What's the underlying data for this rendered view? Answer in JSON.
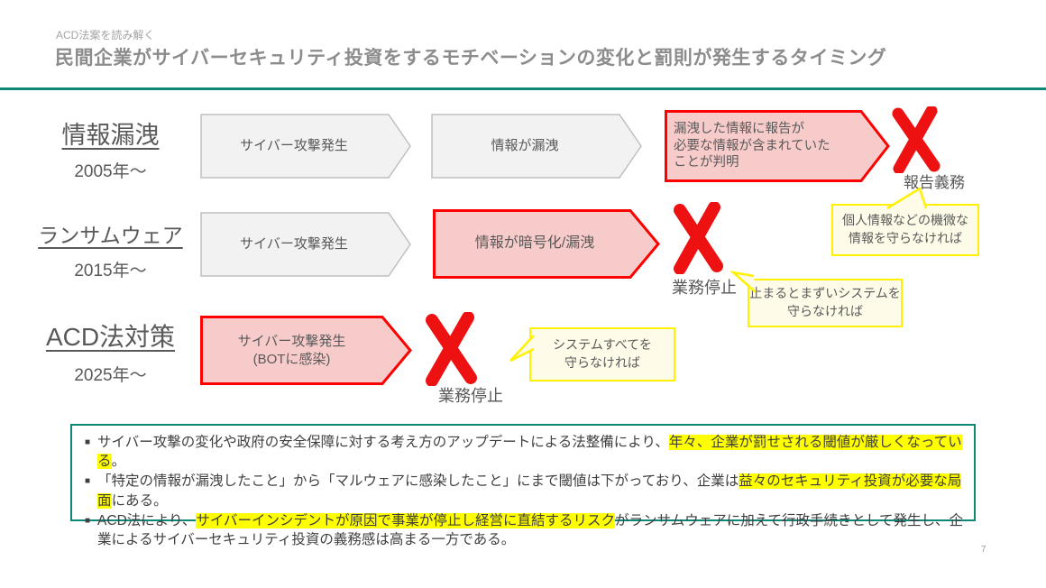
{
  "colors": {
    "accent_teal": "#0f8776",
    "alert_red": "#ff0000",
    "alert_pink_fill": "#f8cbcb",
    "neutral_fill": "#f2f2f2",
    "neutral_border": "#bfbfbf",
    "highlight_yellow": "#ffff00",
    "callout_fill": "#fefbe8",
    "callout_border": "#fff100",
    "text_gray": "#595959"
  },
  "header": {
    "eyebrow": "ACD法案を読み解く",
    "title": "民間企業がサイバーセキュリティ投資をするモチベーションの変化と罰則が発生するタイミング"
  },
  "rows": [
    {
      "label": "情報漏洩",
      "period": "2005年〜"
    },
    {
      "label": "ランサムウェア",
      "period": "2015年〜"
    },
    {
      "label": "ACD法対策",
      "period": "2025年〜"
    }
  ],
  "diagram": {
    "row1": {
      "step1": "サイバー攻撃発生",
      "step2": "情報が漏洩",
      "alert_line1": "漏洩した情報に報告が",
      "alert_line2": "必要な情報が含まれていた",
      "alert_line3": "ことが判明",
      "penalty": "報告義務"
    },
    "row2": {
      "step1": "サイバー攻撃発生",
      "alert": "情報が暗号化/漏洩",
      "penalty": "業務停止"
    },
    "row3": {
      "alert_line1": "サイバー攻撃発生",
      "alert_line2": "(BOTに感染)",
      "penalty": "業務停止"
    }
  },
  "callouts": {
    "sensitive": {
      "line1": "個人情報などの機微な",
      "line2": "情報を守らなければ"
    },
    "critical": {
      "line1": "止まるとまずいシステムを",
      "line2": "守らなければ"
    },
    "all_systems": {
      "line1": "システムすべてを",
      "line2": "守らなければ"
    }
  },
  "summary": {
    "marker": "■",
    "bullets": [
      {
        "pre": "サイバー攻撃の変化や政府の安全保障に対する考え方のアップデートによる法整備により、",
        "highlight": "年々、企業が罰せされる閾値が厳しくなっている",
        "post": "。"
      },
      {
        "pre": "「特定の情報が漏洩したこと」から「マルウェアに感染したこと」にまで閾値は下がっており、企業は",
        "highlight": "益々のセキュリティ投資が必要な局面",
        "post": "にある。"
      },
      {
        "pre": "ACD法により、",
        "highlight": "サイバーインシデントが原因で事業が停止し経営に直結するリスク",
        "post": "がランサムウェアに加えて行政手続きとして発生し、企業によるサイバーセキュリティ投資の義務感は高まる一方である。"
      }
    ]
  },
  "page_number": "7"
}
